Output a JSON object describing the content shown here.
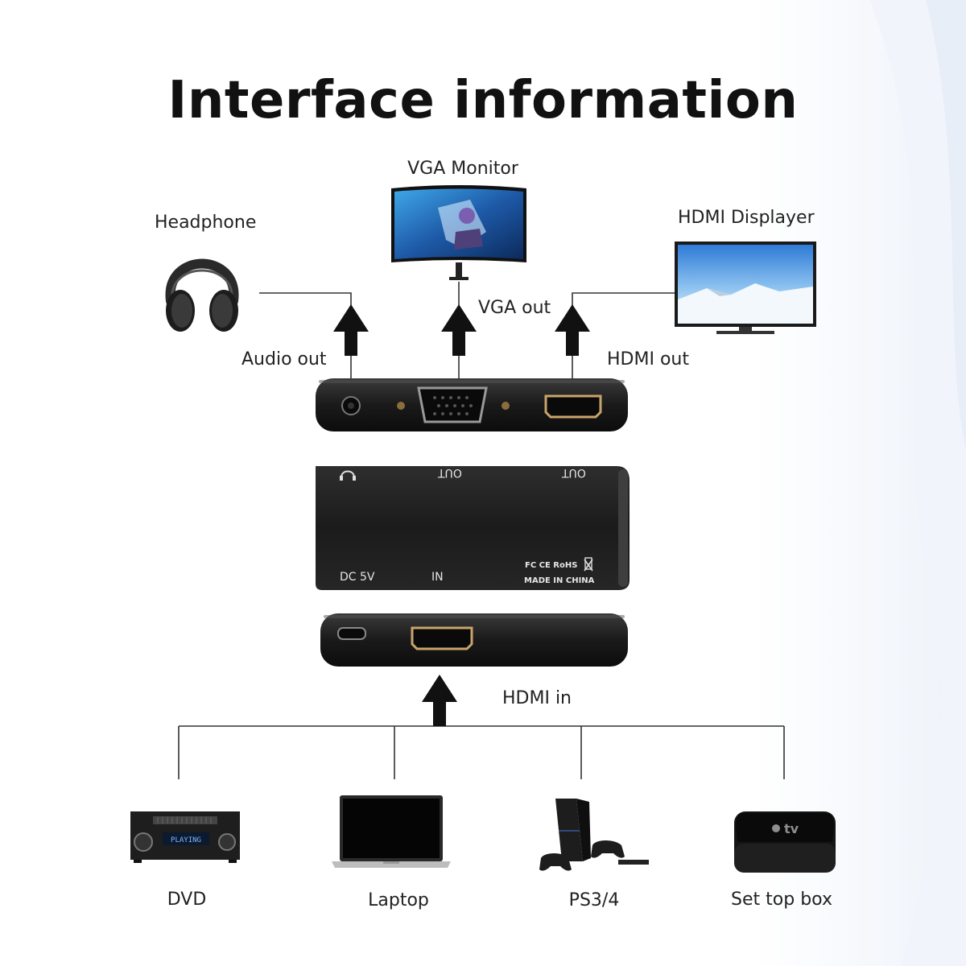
{
  "title": "Interface information",
  "outputs": {
    "headphone": "Headphone",
    "vga_monitor": "VGA Monitor",
    "hdmi_displayer": "HDMI Displayer"
  },
  "ports": {
    "audio_out": "Audio out",
    "vga_out": "VGA out",
    "hdmi_out": "HDMI out",
    "hdmi_in": "HDMI in"
  },
  "adapter": {
    "top_left_symbol": "headphone-symbol",
    "out_label_1": "OUT",
    "out_label_2": "OUT",
    "dc": "DC 5V",
    "in": "IN",
    "certs": "FC CE RoHS",
    "made_in": "MADE IN CHINA"
  },
  "sources": {
    "dvd": "DVD",
    "laptop": "Laptop",
    "ps": "PS3/4",
    "settop": "Set top box"
  },
  "device_screen_text": {
    "dvd_display": "PLAYING",
    "tv_logo": "tv"
  },
  "colors": {
    "arrow": "#111111",
    "line": "#333333",
    "device_body": "#1e1e1e",
    "hdmi_gold": "#c9a46a"
  },
  "icons": [
    "headphones-icon",
    "vga-monitor-icon",
    "hdmi-tv-icon",
    "dvd-player-icon",
    "laptop-icon",
    "ps4-icon",
    "set-top-box-icon"
  ]
}
